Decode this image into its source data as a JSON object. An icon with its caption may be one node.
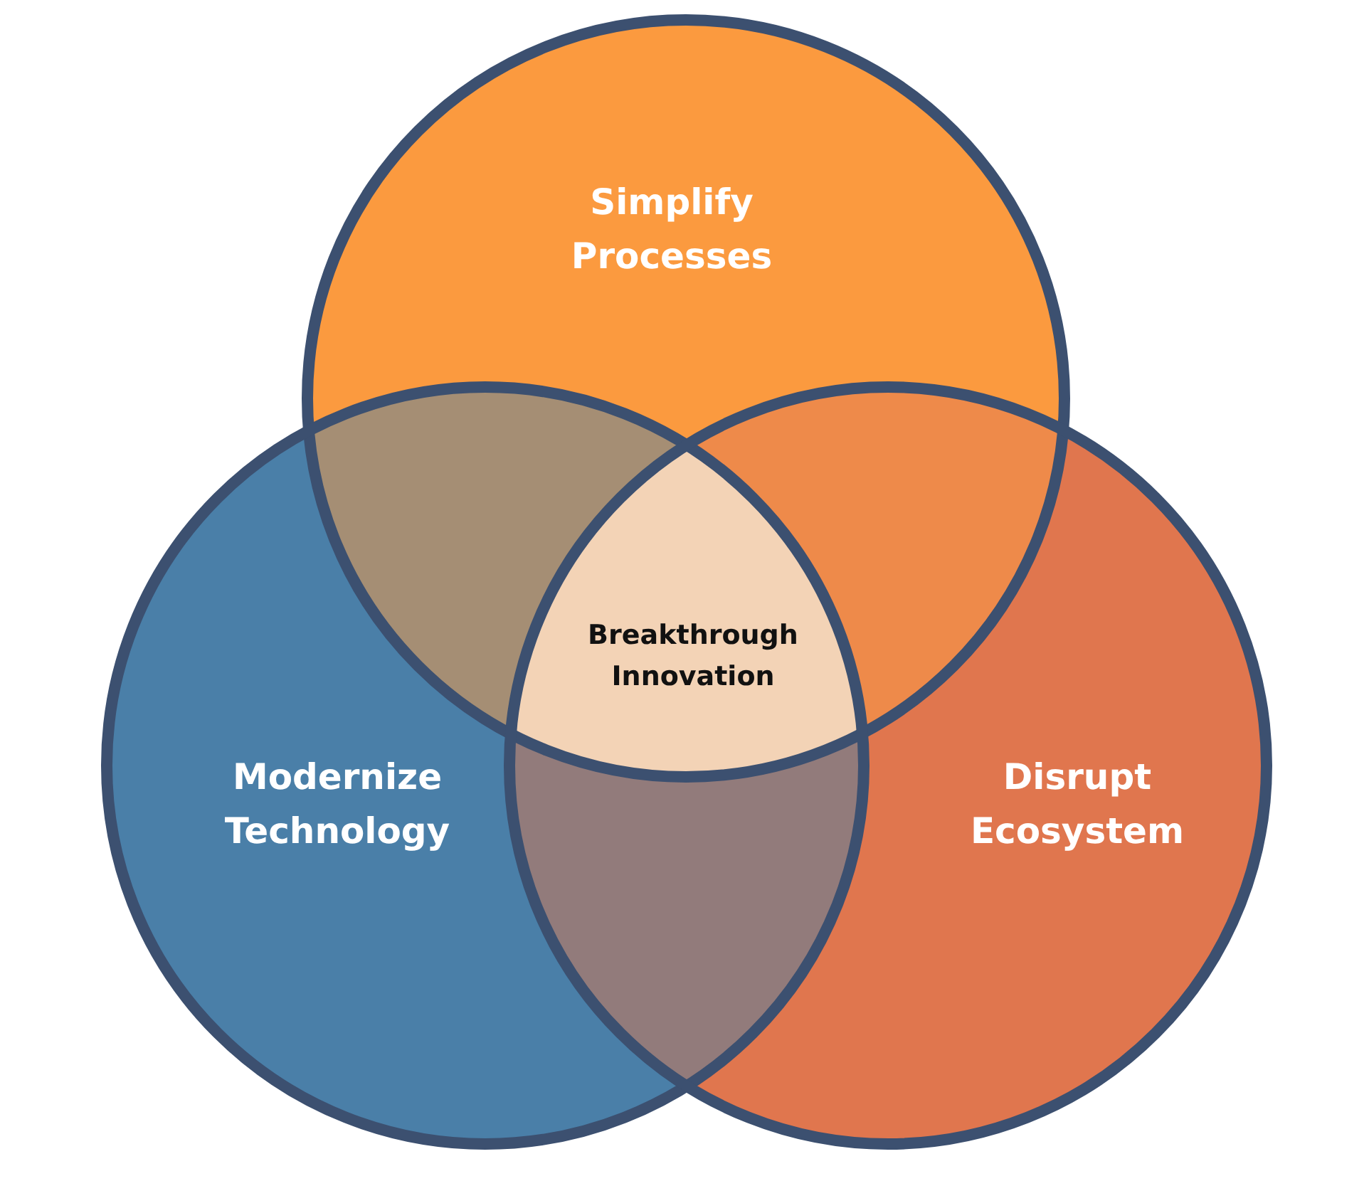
{
  "diagram": {
    "nodes": [
      {
        "text": [
          "Simplify Processes"
        ]
      },
      {
        "text": [
          "Modernize Technology"
        ]
      },
      {
        "text": [
          "Disrupt Ecosystem"
        ]
      },
      {
        "text": [
          "Breakthrough Innovation"
        ]
      }
    ]
  }
}
